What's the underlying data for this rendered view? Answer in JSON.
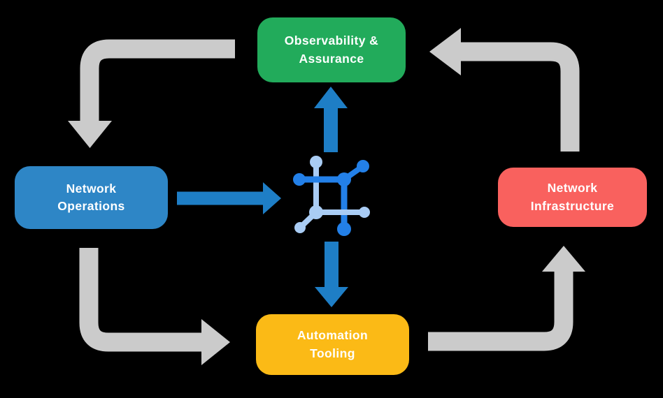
{
  "background": "#000000",
  "colors": {
    "green": "#22AB5B",
    "blue": "#2E86C6",
    "red": "#F9615E",
    "yellow": "#FBBA16",
    "gray_arrow": "#CBCBCB",
    "blue_arrow": "#1E7EC6",
    "icon_dark": "#2380E8",
    "icon_light": "#A9CCF4",
    "box_text": "#FFFFFF"
  },
  "nodes": {
    "observability": {
      "label": "Observability &\nAssurance",
      "color": "#22AB5B"
    },
    "operations": {
      "label": "Network\nOperations",
      "color": "#2E86C6"
    },
    "infrastructure": {
      "label": "Network\nInfrastructure",
      "color": "#F9615E"
    },
    "automation": {
      "label": "Automation\nTooling",
      "color": "#FBBA16"
    }
  },
  "center_icon": {
    "name": "network-fabric-icon"
  },
  "edges": [
    {
      "from": "observability",
      "to": "operations",
      "style": "gray-elbow"
    },
    {
      "from": "operations",
      "to": "automation",
      "style": "gray-elbow"
    },
    {
      "from": "automation",
      "to": "infrastructure",
      "style": "gray-elbow"
    },
    {
      "from": "infrastructure",
      "to": "observability",
      "style": "gray-elbow"
    },
    {
      "from": "operations",
      "to": "center-icon",
      "style": "blue-straight"
    },
    {
      "from": "center-icon",
      "to": "observability",
      "style": "blue-straight"
    },
    {
      "from": "center-icon",
      "to": "automation",
      "style": "blue-straight"
    }
  ]
}
